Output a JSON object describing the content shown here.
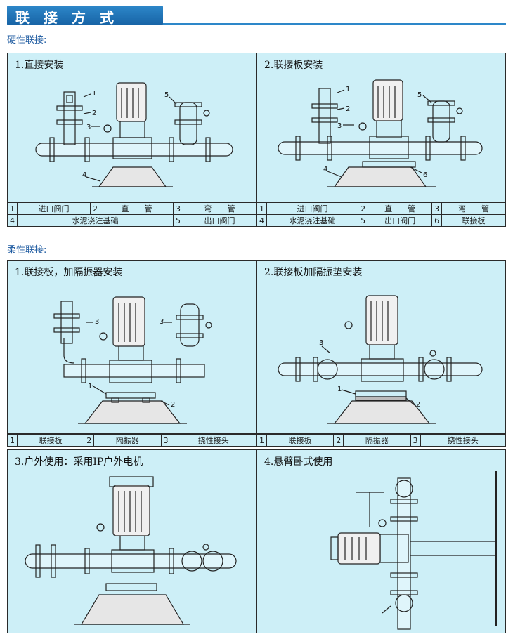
{
  "header": {
    "title": "联接方式"
  },
  "sections": {
    "rigid": "硬性联接:",
    "flexible": "柔性联接:"
  },
  "callouts": {
    "c1": "1",
    "c2": "2",
    "c3": "3",
    "c4": "4",
    "c5": "5",
    "c6": "6"
  },
  "panels": {
    "rigid_direct": {
      "title": "1.直接安装",
      "legend": [
        [
          {
            "num": "1",
            "name": "进口阀门"
          },
          {
            "num": "2",
            "name": "直　　管"
          },
          {
            "num": "3",
            "name": "弯　　管"
          }
        ],
        [
          {
            "num": "4",
            "name": "水泥浇注基础"
          },
          {
            "num": "5",
            "name": "出口阀门"
          }
        ]
      ]
    },
    "rigid_plate": {
      "title": "2.联接板安装",
      "legend": [
        [
          {
            "num": "1",
            "name": "进口阀门"
          },
          {
            "num": "2",
            "name": "直　　管"
          },
          {
            "num": "3",
            "name": "弯　　管"
          }
        ],
        [
          {
            "num": "4",
            "name": "水泥浇注基础"
          },
          {
            "num": "5",
            "name": "出口阀门"
          },
          {
            "num": "6",
            "name": "联接板"
          }
        ]
      ]
    },
    "flex_isolator": {
      "title": "1.联接板，加隔振器安装",
      "legend": [
        [
          {
            "num": "1",
            "name": "联接板"
          },
          {
            "num": "2",
            "name": "隔振器"
          },
          {
            "num": "3",
            "name": "挠性接头"
          }
        ]
      ]
    },
    "flex_pad": {
      "title": "2.联接板加隔振垫安装",
      "legend": [
        [
          {
            "num": "1",
            "name": "联接板"
          },
          {
            "num": "2",
            "name": "隔振器"
          },
          {
            "num": "3",
            "name": "挠性接头"
          }
        ]
      ]
    },
    "outdoor": {
      "title": "3.户外使用：采用IP户外电机"
    },
    "cantilever": {
      "title": "4.悬臂卧式使用"
    }
  },
  "colors": {
    "panel_bg": "#cdeff7",
    "banner": "#2d87c9",
    "section_text": "#1d5aa0"
  }
}
